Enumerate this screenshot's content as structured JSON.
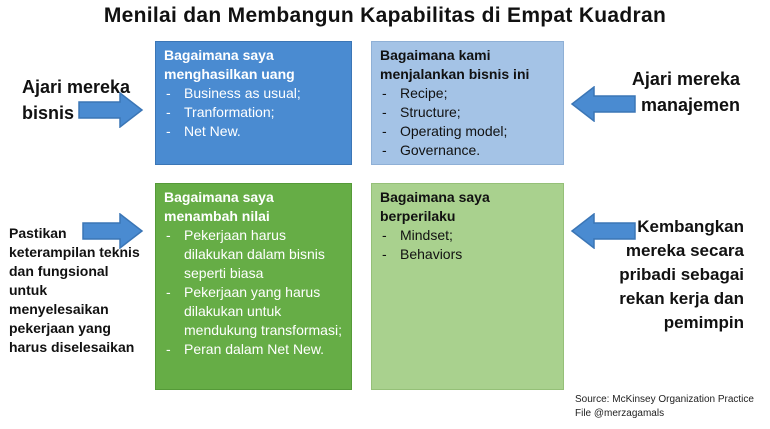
{
  "title": "Menilai dan Membangun Kapabilitas di Empat Kuadran",
  "quadrants": {
    "top_left": {
      "heading": [
        "Bagaimana saya",
        "menghasilkan uang"
      ],
      "items": [
        "Business as usual;",
        "Tranformation;",
        "Net New."
      ]
    },
    "top_right": {
      "heading": [
        "Bagaimana kami",
        "menjalankan bisnis ini"
      ],
      "items": [
        "Recipe;",
        "Structure;",
        "Operating model;",
        "Governance."
      ]
    },
    "bottom_left": {
      "heading": [
        "Bagaimana saya",
        "menambah nilai"
      ],
      "items": [
        "Pekerjaan harus dilakukan dalam bisnis seperti biasa",
        "Pekerjaan yang harus dilakukan untuk mendukung transformasi;",
        "Peran dalam Net New."
      ]
    },
    "bottom_right": {
      "heading": [
        "Bagaimana saya",
        "berperilaku"
      ],
      "items": [
        "Mindset;",
        "Behaviors"
      ]
    }
  },
  "side_labels": {
    "top_left": [
      "Ajari mereka",
      "bisnis"
    ],
    "top_right": [
      "Ajari mereka",
      "manajemen"
    ],
    "bottom_left": [
      "Pastikan",
      "keterampilan teknis",
      "dan fungsional",
      "untuk",
      "menyelesaikan",
      "pekerjaan yang",
      "harus diselesaikan"
    ],
    "bottom_right": [
      "Kembangkan",
      "mereka secara",
      "pribadi sebagai",
      "rekan kerja dan",
      "pemimpin"
    ]
  },
  "source": [
    "Source: McKinsey Organization Practice",
    "File @merzagamals"
  ],
  "colors": {
    "dark_blue": "#4a8bd1",
    "light_blue": "#a4c3e6",
    "dark_green": "#66ad46",
    "light_green": "#a9d18e",
    "arrow_fill": "#4a8bd1"
  }
}
